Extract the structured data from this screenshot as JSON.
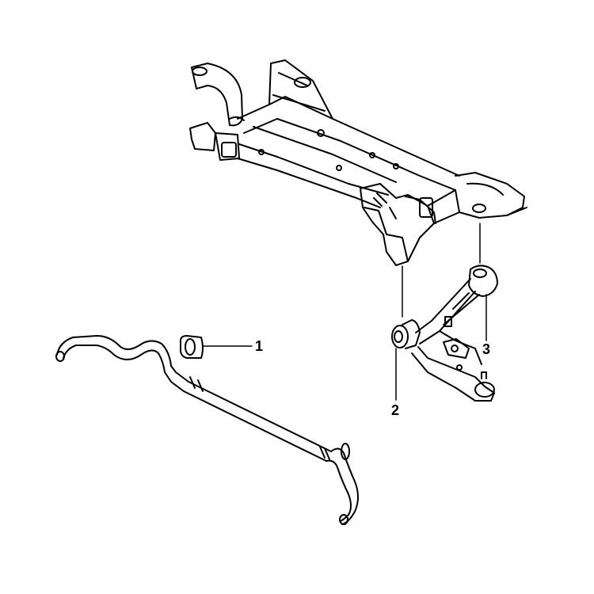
{
  "callouts": [
    {
      "number": "1"
    },
    {
      "number": "2"
    },
    {
      "number": "3"
    }
  ],
  "colors": {
    "line": "#000000",
    "background": "#ffffff"
  }
}
